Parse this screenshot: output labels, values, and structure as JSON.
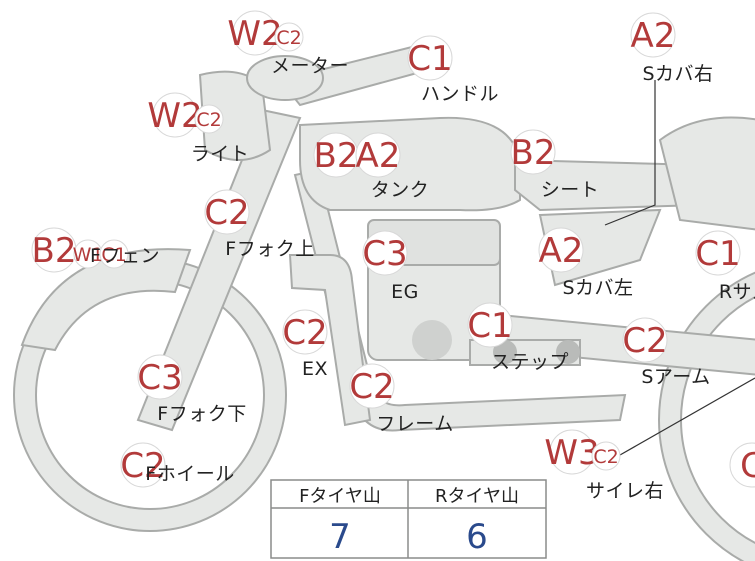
{
  "parts": [
    {
      "id": "meter",
      "name": "メーター",
      "grades": [
        "W2",
        "C2"
      ]
    },
    {
      "id": "handle",
      "name": "ハンドル",
      "grades": [
        "C1"
      ]
    },
    {
      "id": "light",
      "name": "ライト",
      "grades": [
        "W2",
        "C2"
      ]
    },
    {
      "id": "tank",
      "name": "タンク",
      "grades": [
        "B2",
        "A2"
      ]
    },
    {
      "id": "seat",
      "name": "シート",
      "grades": [
        "B2"
      ]
    },
    {
      "id": "scover-right",
      "name": "Sカバ右",
      "grades": [
        "A2"
      ]
    },
    {
      "id": "scover-left",
      "name": "Sカバ左",
      "grades": [
        "A2"
      ]
    },
    {
      "id": "ffork-upper",
      "name": "Fフォク上",
      "grades": [
        "C2"
      ]
    },
    {
      "id": "ffender",
      "name": "Fフェン",
      "grades": [
        "B2",
        "W1",
        "C1"
      ]
    },
    {
      "id": "engine",
      "name": "EG",
      "grades": [
        "C3"
      ]
    },
    {
      "id": "rsus",
      "name": "Rサス",
      "grades": [
        "C1"
      ]
    },
    {
      "id": "exhaust",
      "name": "EX",
      "grades": [
        "C2"
      ]
    },
    {
      "id": "step",
      "name": "ステップ",
      "grades": [
        "C1"
      ]
    },
    {
      "id": "sarm",
      "name": "Sアーム",
      "grades": [
        "C2"
      ]
    },
    {
      "id": "ffork-lower",
      "name": "Fフォク下",
      "grades": [
        "C3"
      ]
    },
    {
      "id": "frame",
      "name": "フレーム",
      "grades": [
        "C2"
      ]
    },
    {
      "id": "fwheel",
      "name": "Fホイール",
      "grades": [
        "C2"
      ]
    },
    {
      "id": "silencer-right",
      "name": "サイレ右",
      "grades": [
        "W3",
        "C2"
      ]
    },
    {
      "id": "rwheel",
      "name": "",
      "grades": [
        "C"
      ]
    }
  ],
  "tire_table": {
    "front_label": "Fタイヤ山",
    "rear_label": "Rタイヤ山",
    "front_value": "7",
    "rear_value": "6"
  },
  "colors": {
    "grade_text": "#b23a3a",
    "value_text": "#2a4a8c",
    "body_fill": "#e6e8e6"
  }
}
